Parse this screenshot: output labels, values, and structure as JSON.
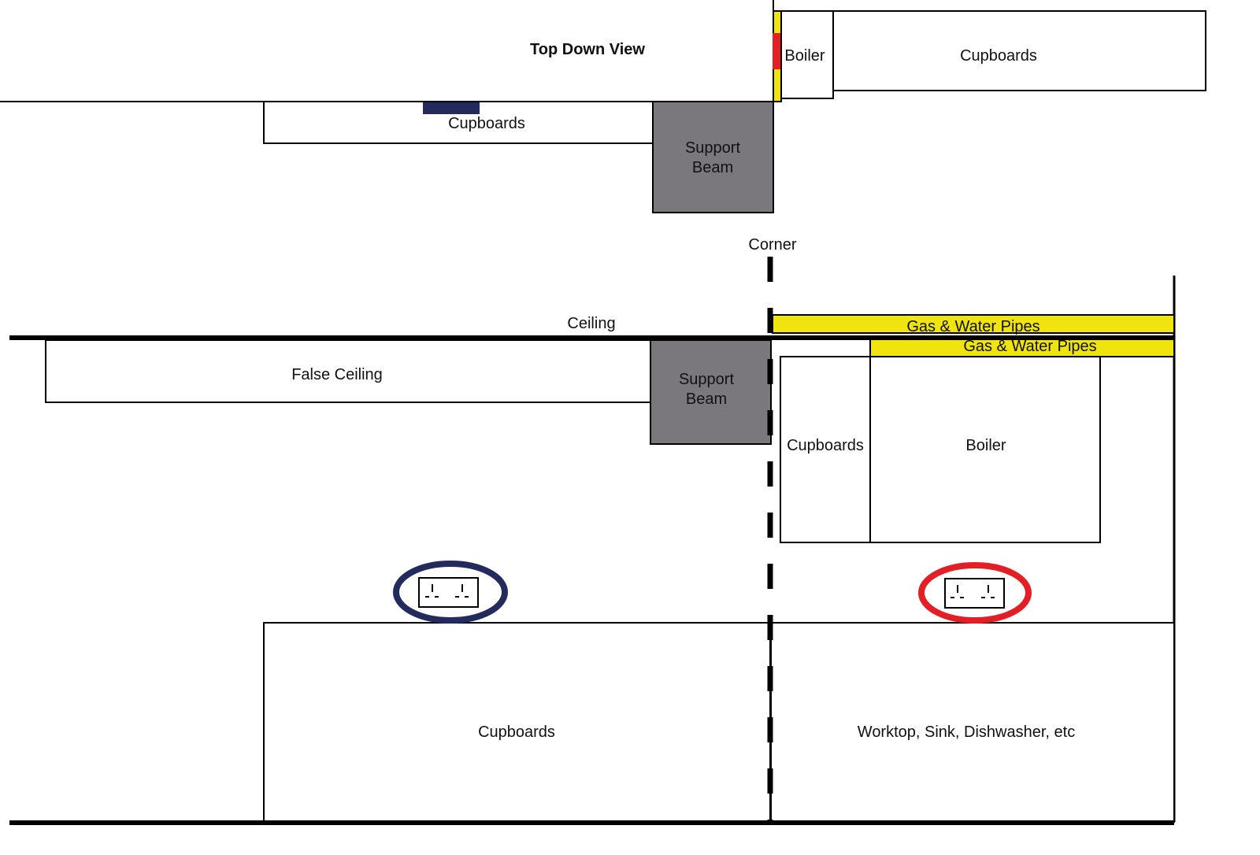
{
  "colors": {
    "line": "#000000",
    "beam": "#7a787c",
    "pipes": "#f0e40e",
    "boiler_marker": "#e31e24",
    "socket_blue": "#232a5e",
    "socket_red": "#e31e24",
    "blue_marker": "#232a5e"
  },
  "top_view": {
    "title": "Top Down View",
    "boiler_label": "Boiler",
    "cupboards_right_label": "Cupboards",
    "cupboards_left_label": "Cupboards",
    "beam_line1": "Support",
    "beam_line2": "Beam"
  },
  "corner_label": "Corner",
  "side_view": {
    "ceiling_label": "Ceiling",
    "false_ceiling_label": "False Ceiling",
    "beam_line1": "Support",
    "beam_line2": "Beam",
    "pipes_upper_label": "Gas & Water Pipes",
    "pipes_lower_label": "Gas & Water Pipes",
    "cupboards_small_label": "Cupboards",
    "boiler_label": "Boiler",
    "cupboards_bottom_label": "Cupboards",
    "worktop_label": "Worktop, Sink, Dishwasher, etc"
  },
  "sockets": [
    {
      "name": "socket-left",
      "highlight": "blue"
    },
    {
      "name": "socket-right",
      "highlight": "red"
    }
  ]
}
